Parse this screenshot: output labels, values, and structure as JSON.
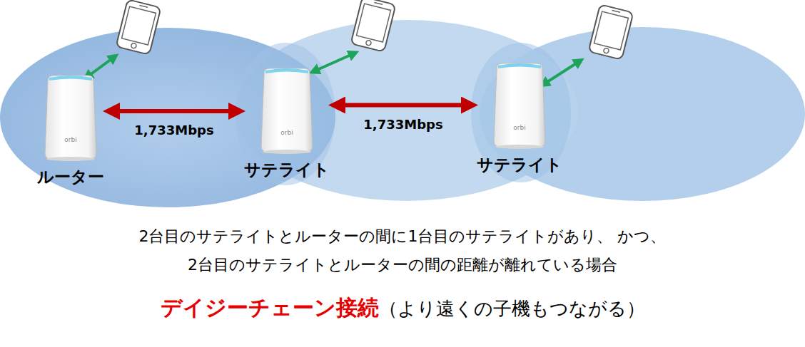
{
  "diagram": {
    "caption": "2台目のサテライトとルーターの間に1台目のサテライトがあり、 かつ、2台目のサテライトとルーターの間の距離が離れている場合",
    "nodes": [
      {
        "text": [
          "orbi",
          "ルーター"
        ]
      },
      {
        "text": [
          "orbi",
          "サテライト"
        ]
      },
      {
        "text": [
          "orbi",
          "サテライト"
        ]
      }
    ],
    "edges": [
      {
        "from": 0,
        "to": 1,
        "arrow": "both",
        "label": "1,733Mbps"
      },
      {
        "from": 1,
        "to": 2,
        "arrow": "both",
        "label": "1,733Mbps"
      }
    ],
    "labels": [
      "デイジーチェーン接続",
      "（より遠くの子機もつながる）"
    ]
  }
}
